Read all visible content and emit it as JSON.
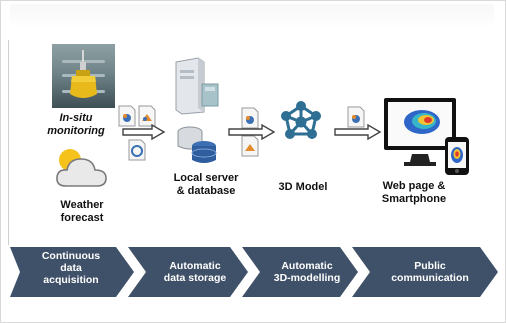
{
  "nodes": {
    "insitu_label": "In-situ\nmonitoring",
    "weather_label": "Weather\nforecast",
    "server_label": "Local server\n& database",
    "model_label": "3D Model",
    "web_label": "Web page &\nSmartphone"
  },
  "stages": [
    {
      "label": "Continuous\ndata\nacquisition"
    },
    {
      "label": "Automatic\ndata storage"
    },
    {
      "label": "Automatic\n3D-modelling"
    },
    {
      "label": "Public\ncommunication"
    }
  ],
  "colors": {
    "stage_fill": "#3f5168",
    "accent_blue": "#3c6fb3",
    "accent_orange": "#e38a2c",
    "buoy_yellow": "#e7b91a",
    "molecule_teal": "#2e6f93"
  },
  "icons": [
    "buoy-photo",
    "cloud-sun-icon",
    "document-icon",
    "server-icon",
    "database-icon",
    "molecule-icon",
    "monitor-icon",
    "smartphone-icon",
    "arrow-right-icon"
  ]
}
